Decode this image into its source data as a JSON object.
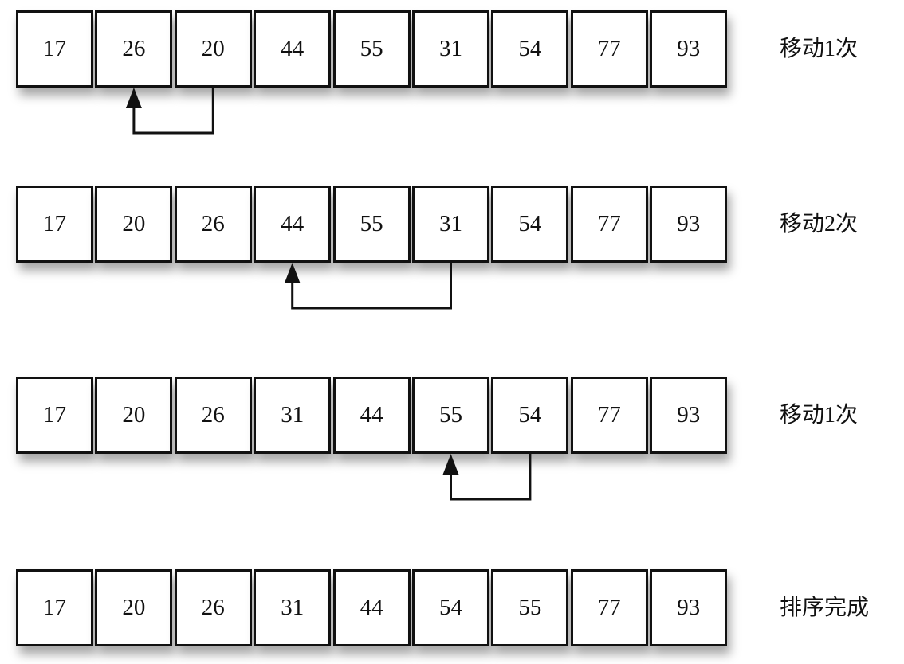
{
  "steps": [
    {
      "values": [
        "17",
        "26",
        "20",
        "44",
        "55",
        "31",
        "54",
        "77",
        "93"
      ],
      "label": "移动1次",
      "arrow": {
        "from": 2,
        "to": 1
      }
    },
    {
      "values": [
        "17",
        "20",
        "26",
        "44",
        "55",
        "31",
        "54",
        "77",
        "93"
      ],
      "label": "移动2次",
      "arrow": {
        "from": 5,
        "to": 3
      }
    },
    {
      "values": [
        "17",
        "20",
        "26",
        "31",
        "44",
        "55",
        "54",
        "77",
        "93"
      ],
      "label": "移动1次",
      "arrow": {
        "from": 6,
        "to": 5
      }
    },
    {
      "values": [
        "17",
        "20",
        "26",
        "31",
        "44",
        "54",
        "55",
        "77",
        "93"
      ],
      "label": "排序完成",
      "arrow": null
    }
  ]
}
